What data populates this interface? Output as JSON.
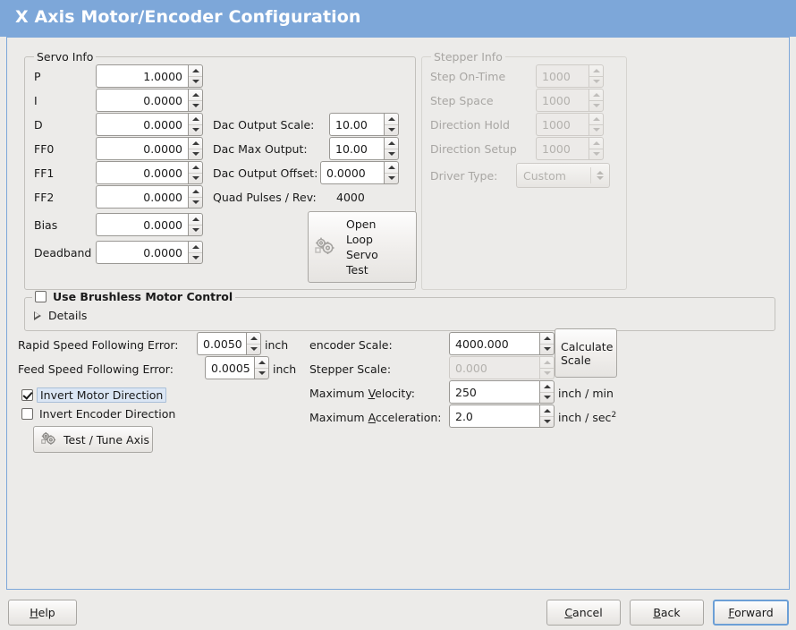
{
  "window": {
    "title": "X Axis Motor/Encoder Configuration",
    "titlebar_color": "#7da7d9",
    "background_color": "#ecebe9"
  },
  "servo_info": {
    "frame_label": "Servo Info",
    "rows": [
      {
        "label": "P",
        "value": "1.0000"
      },
      {
        "label": "I",
        "value": "0.0000"
      },
      {
        "label": "D",
        "value": "0.0000"
      },
      {
        "label": "FF0",
        "value": "0.0000"
      },
      {
        "label": "FF1",
        "value": "0.0000"
      },
      {
        "label": "FF2",
        "value": "0.0000"
      },
      {
        "label": "Bias",
        "value": "0.0000"
      },
      {
        "label": "Deadband",
        "value": "0.0000"
      }
    ],
    "dac_output_scale": {
      "label": "Dac Output Scale:",
      "value": "10.00"
    },
    "dac_max_output": {
      "label": "Dac Max Output:",
      "value": "10.00"
    },
    "dac_output_offset": {
      "label": "Dac Output Offset:",
      "value": "0.0000"
    },
    "quad_pulses_rev": {
      "label": "Quad Pulses / Rev:",
      "value": "4000"
    },
    "open_loop_button": {
      "line1": "Open",
      "line2": "Loop",
      "line3": "Servo",
      "line4": "Test",
      "icon": "gears-icon"
    }
  },
  "stepper_info": {
    "frame_label": "Stepper Info",
    "disabled": true,
    "rows": [
      {
        "label": "Step On-Time",
        "value": "1000"
      },
      {
        "label": "Step Space",
        "value": "1000"
      },
      {
        "label": "Direction Hold",
        "value": "1000"
      },
      {
        "label": "Direction Setup",
        "value": "1000"
      }
    ],
    "driver_type": {
      "label": "Driver Type:",
      "value": "Custom"
    }
  },
  "brushless": {
    "frame_label": "Use Brushless Motor Control",
    "checked": false,
    "details_label": "Details",
    "details_expanded": false
  },
  "tuning": {
    "rapid_error": {
      "label": "Rapid Speed Following Error:",
      "value": "0.0050",
      "unit": "inch"
    },
    "feed_error": {
      "label": "Feed Speed Following Error:",
      "value": "0.0005",
      "unit": "inch"
    },
    "invert_motor": {
      "label": "Invert Motor Direction",
      "checked": true,
      "focused": true
    },
    "invert_encoder": {
      "label": "Invert Encoder Direction",
      "checked": false,
      "focused": false
    },
    "test_tune_button": {
      "label": "Test / Tune Axis",
      "icon": "gears-icon"
    }
  },
  "scales": {
    "encoder_scale": {
      "label": "encoder Scale:",
      "value": "4000.000",
      "disabled": false
    },
    "stepper_scale": {
      "label": "Stepper Scale:",
      "value": "0.000",
      "disabled": true
    },
    "max_velocity": {
      "label_a": "Maximum ",
      "label_mn": "V",
      "label_b": "elocity:",
      "value": "250",
      "unit": "inch / min"
    },
    "max_accel": {
      "label_a": "Maximum ",
      "label_mn": "A",
      "label_b": "cceleration:",
      "value": "2.0",
      "unit_a": "inch / sec",
      "unit_sup": "2"
    },
    "calculate_button": {
      "line1": "Calculate",
      "line2": "Scale"
    }
  },
  "actions": {
    "help": {
      "mnemonic": "H",
      "rest": "elp"
    },
    "cancel": {
      "mnemonic": "C",
      "rest": "ancel"
    },
    "back": {
      "mnemonic": "B",
      "rest": "ack"
    },
    "forward": {
      "mnemonic": "F",
      "rest": "orward",
      "focused": true
    }
  }
}
